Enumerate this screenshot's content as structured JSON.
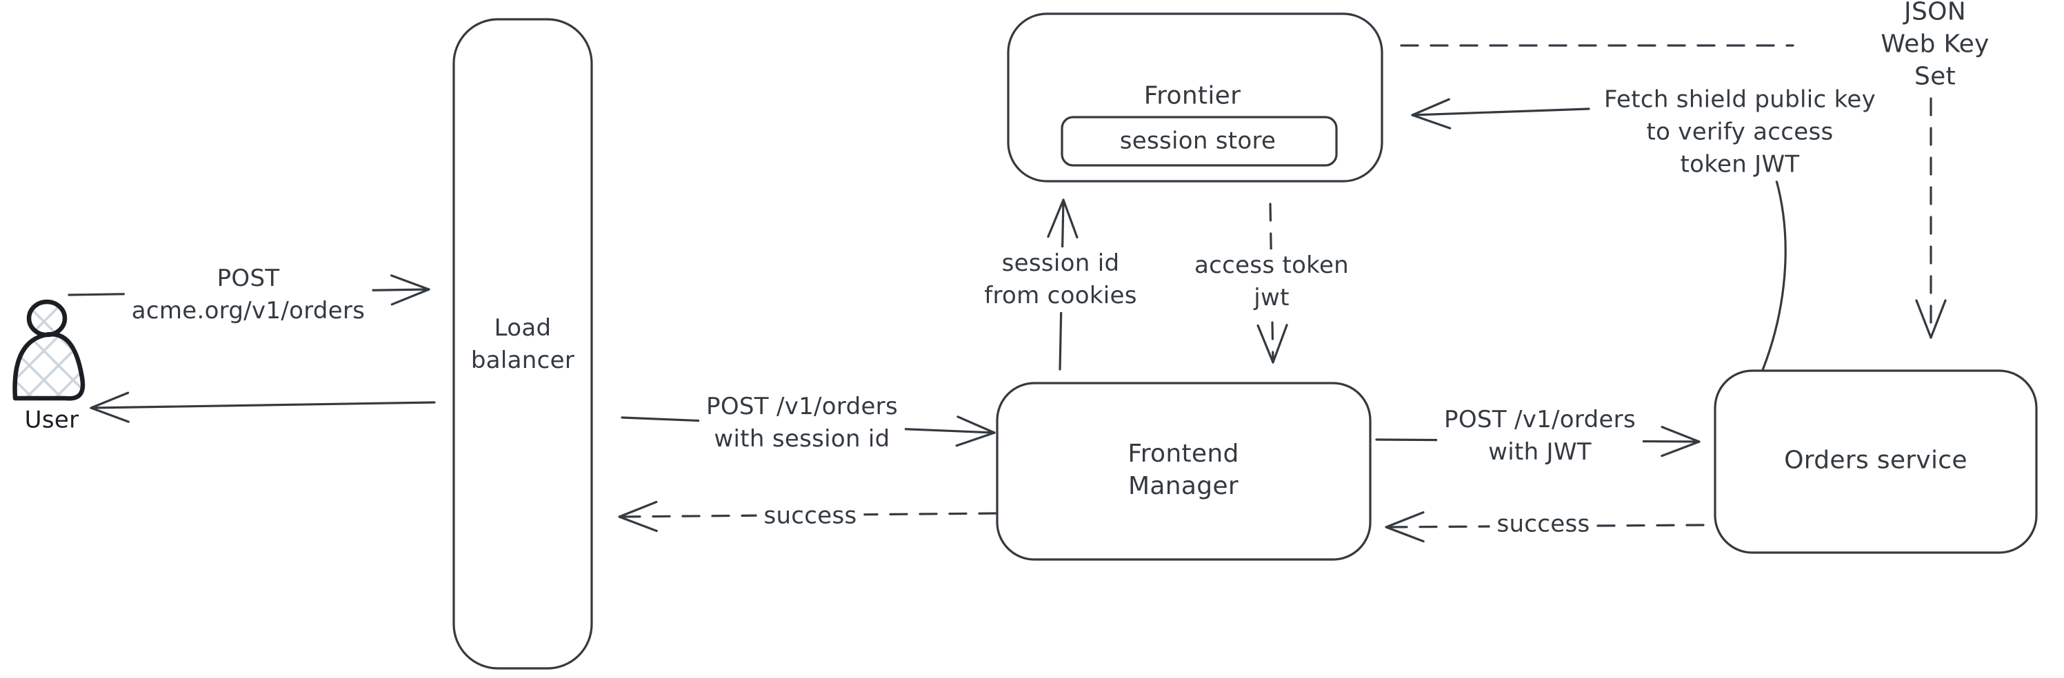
{
  "diagram": {
    "colors": {
      "background": "#ffffff",
      "stroke": "#343a40",
      "text": "#343a40",
      "person_stroke": "#1b1f23",
      "person_fill_hatch": "#ccd5de"
    },
    "nodes": {
      "user": {
        "label": "User",
        "shape": "person"
      },
      "load_balancer": {
        "label": "Load\nbalancer",
        "shape": "rounded-rect"
      },
      "frontier": {
        "label": "Frontier",
        "shape": "rounded-rect"
      },
      "session_store": {
        "label": "session store",
        "shape": "rounded-rect",
        "parent": "frontier"
      },
      "frontend_manager": {
        "label": "Frontend\nManager",
        "shape": "rounded-rect"
      },
      "orders_service": {
        "label": "Orders service",
        "shape": "rounded-rect"
      }
    },
    "edges": {
      "user_to_load_balancer": {
        "label": "POST\nacme.org/v1/orders",
        "style": "solid",
        "direction": "right"
      },
      "load_balancer_to_user": {
        "style": "solid",
        "direction": "left"
      },
      "load_balancer_to_frontend_manager": {
        "label": "POST /v1/orders\nwith session id",
        "style": "solid",
        "direction": "right"
      },
      "frontend_manager_to_load_balancer": {
        "label": "success",
        "style": "dashed",
        "direction": "left"
      },
      "frontend_manager_to_frontier": {
        "label": "session id\nfrom cookies",
        "style": "solid",
        "direction": "up"
      },
      "frontier_to_frontend_manager": {
        "label": "access token\njwt",
        "style": "dashed",
        "direction": "down"
      },
      "frontend_manager_to_orders_service": {
        "label": "POST /v1/orders\nwith JWT",
        "style": "solid",
        "direction": "right"
      },
      "orders_service_to_frontend_manager": {
        "label": "success",
        "style": "dashed",
        "direction": "left"
      },
      "orders_service_to_frontier": {
        "label": "Fetch shield public key\nto verify access\ntoken JWT",
        "style": "solid",
        "direction": "left"
      },
      "frontier_to_jwks": {
        "label": "JSON Web Key Set",
        "style": "dashed",
        "direction": "none"
      },
      "jwks_to_orders_service": {
        "style": "dashed",
        "direction": "down"
      }
    }
  }
}
